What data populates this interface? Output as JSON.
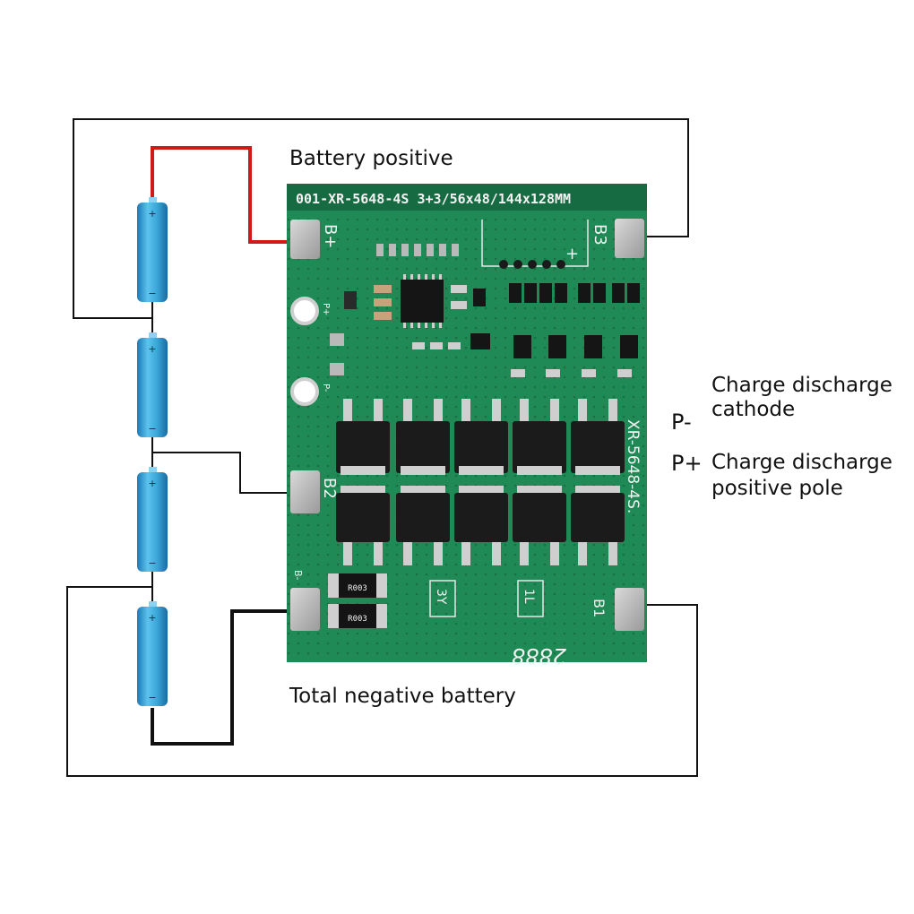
{
  "labels": {
    "battery_positive": "Battery positive",
    "total_negative": "Total negative battery",
    "p_minus_symbol": "P-",
    "p_plus_symbol": "P+",
    "p_minus_line1": "Charge discharge",
    "p_minus_line2": "cathode",
    "p_plus_line1": "Charge discharge",
    "p_plus_line2": "positive pole"
  },
  "board": {
    "header_text": "001-XR-5648-4S 3+3/56x48/144x128MM",
    "side_model": "XR-5648-4S.",
    "serial": "2888",
    "pads": {
      "bplus": "B+",
      "b3": "B3",
      "b2": "B2",
      "b1": "B1",
      "bminus": "B-"
    },
    "holes": {
      "pplus": "P+",
      "pminus": "P-"
    },
    "resistor_marking": "R003",
    "silk_3y": "3Y",
    "silk_1l": "1L",
    "silk_plus": "+"
  },
  "batteries": {
    "plus_sign": "+",
    "minus_sign": "−"
  },
  "colors": {
    "pcb_green": "#1f8a55",
    "wire_red": "#d01a1a",
    "wire_black": "#111111",
    "battery_blue": "#3aa7d9"
  }
}
